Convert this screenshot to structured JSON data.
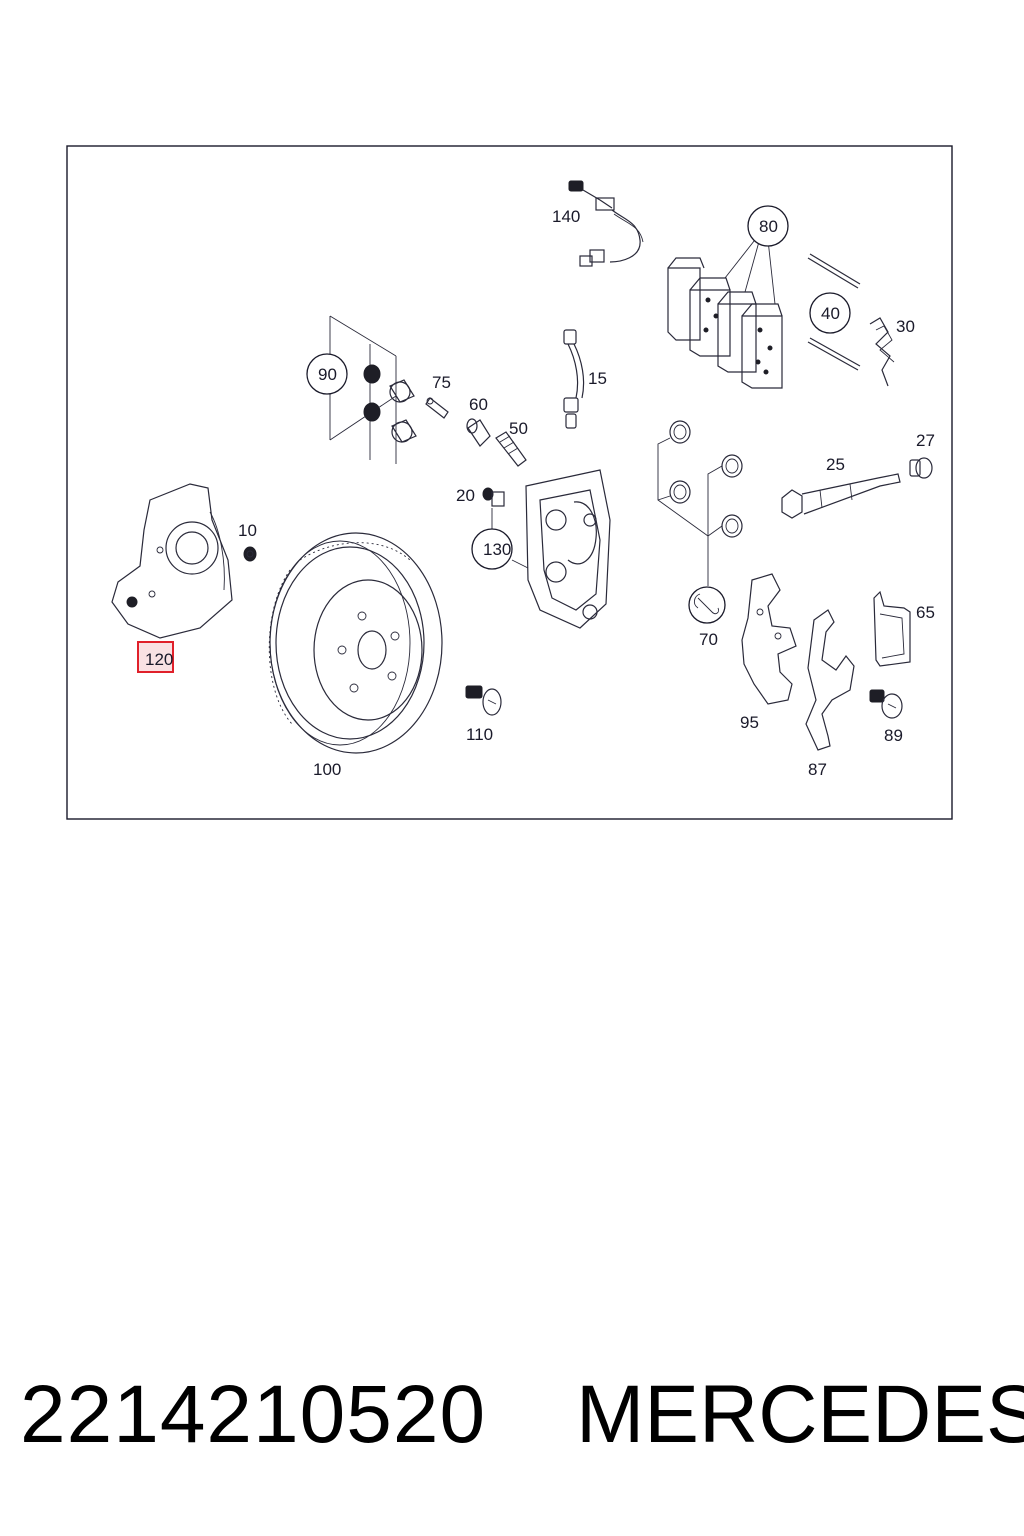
{
  "diagram": {
    "parts": [
      {
        "id": "p140",
        "label": "140"
      },
      {
        "id": "p80",
        "label": "80"
      },
      {
        "id": "p40",
        "label": "40"
      },
      {
        "id": "p30",
        "label": "30"
      },
      {
        "id": "p90",
        "label": "90"
      },
      {
        "id": "p75",
        "label": "75"
      },
      {
        "id": "p15",
        "label": "15"
      },
      {
        "id": "p60",
        "label": "60"
      },
      {
        "id": "p50",
        "label": "50"
      },
      {
        "id": "p27",
        "label": "27"
      },
      {
        "id": "p25",
        "label": "25"
      },
      {
        "id": "p20",
        "label": "20"
      },
      {
        "id": "p130",
        "label": "130"
      },
      {
        "id": "p10",
        "label": "10"
      },
      {
        "id": "p65",
        "label": "65"
      },
      {
        "id": "p70",
        "label": "70"
      },
      {
        "id": "p120",
        "label": "120"
      },
      {
        "id": "p95",
        "label": "95"
      },
      {
        "id": "p89",
        "label": "89"
      },
      {
        "id": "p110",
        "label": "110"
      },
      {
        "id": "p100",
        "label": "100"
      },
      {
        "id": "p87",
        "label": "87"
      }
    ],
    "highlighted_part": "120",
    "highlight_color": "#e0202a"
  },
  "footer": {
    "part_number": "2214210520",
    "brand": "MERCEDES"
  }
}
